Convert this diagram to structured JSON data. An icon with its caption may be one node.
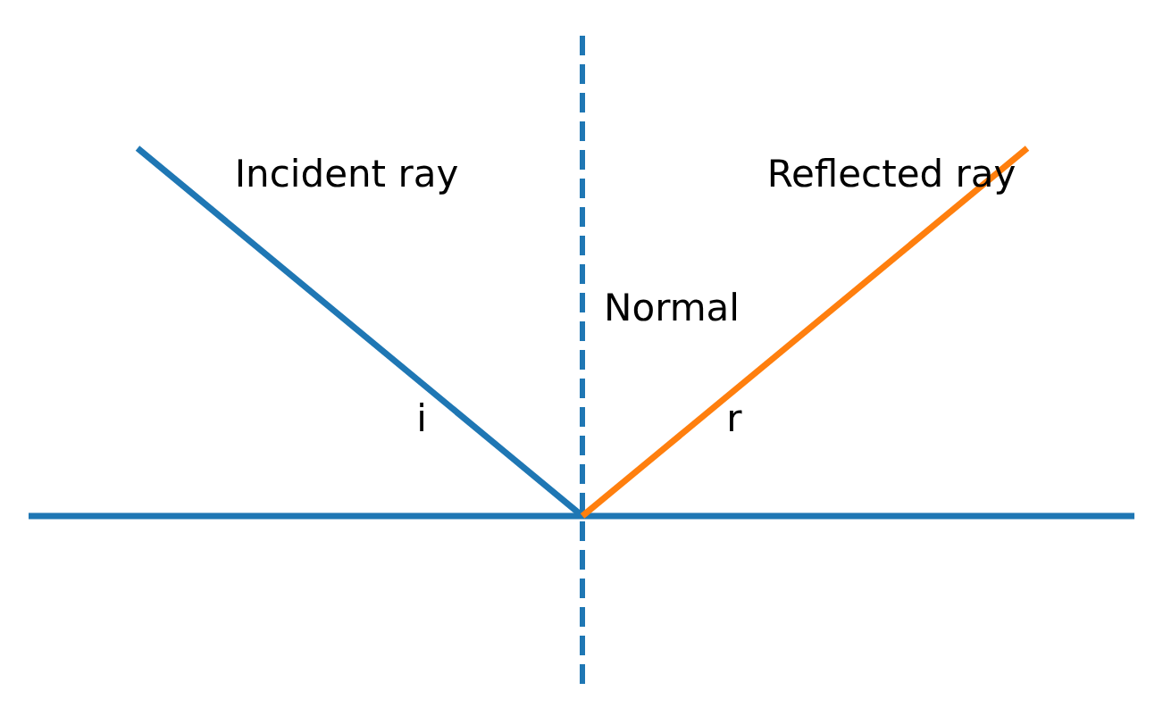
{
  "diagram": {
    "labels": [
      "Incident ray",
      "Reflected ray",
      "Normal",
      "i",
      "r"
    ]
  }
}
